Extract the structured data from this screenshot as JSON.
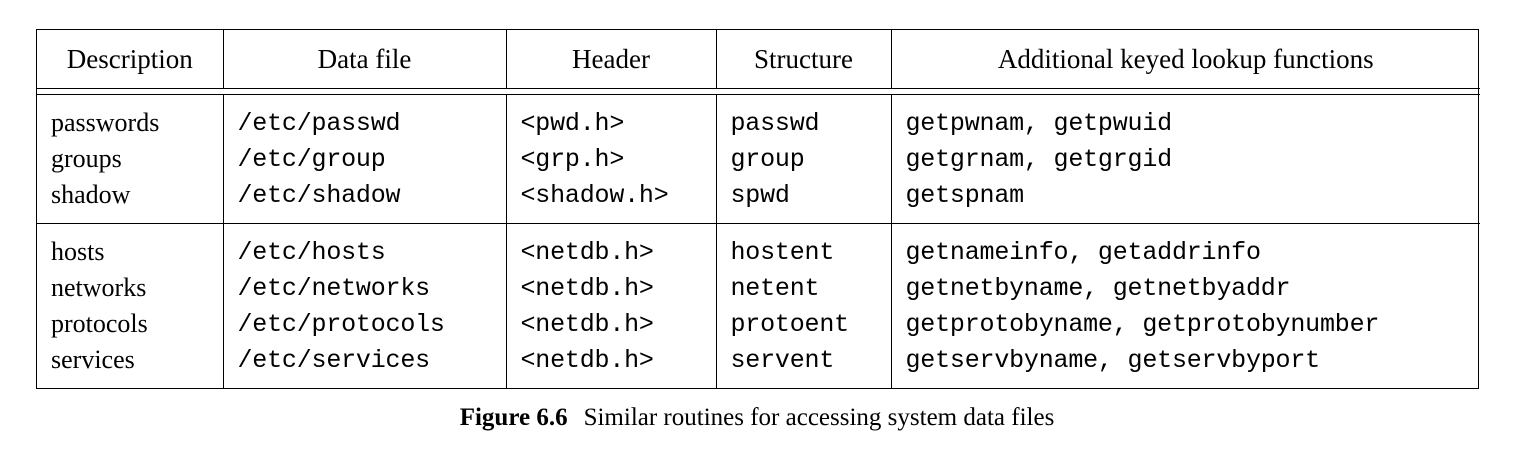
{
  "figure": {
    "caption_label": "Figure 6.6",
    "caption_text": "Similar routines for accessing system data files"
  },
  "table": {
    "headers": [
      "Description",
      "Data file",
      "Header",
      "Structure",
      "Additional keyed lookup functions"
    ],
    "groups": [
      {
        "rows": [
          {
            "description": "passwords",
            "data_file": "/etc/passwd",
            "header": "<pwd.h>",
            "structure": "passwd",
            "functions": [
              "getpwnam",
              "getpwuid"
            ],
            "functions_text": "getpwnam, getpwuid"
          },
          {
            "description": "groups",
            "data_file": "/etc/group",
            "header": "<grp.h>",
            "structure": "group",
            "functions": [
              "getgrnam",
              "getgrgid"
            ],
            "functions_text": "getgrnam, getgrgid"
          },
          {
            "description": "shadow",
            "data_file": "/etc/shadow",
            "header": "<shadow.h>",
            "structure": "spwd",
            "functions": [
              "getspnam"
            ],
            "functions_text": "getspnam"
          }
        ]
      },
      {
        "rows": [
          {
            "description": "hosts",
            "data_file": "/etc/hosts",
            "header": "<netdb.h>",
            "structure": "hostent",
            "functions": [
              "getnameinfo",
              "getaddrinfo"
            ],
            "functions_text": "getnameinfo, getaddrinfo"
          },
          {
            "description": "networks",
            "data_file": "/etc/networks",
            "header": "<netdb.h>",
            "structure": "netent",
            "functions": [
              "getnetbyname",
              "getnetbyaddr"
            ],
            "functions_text": "getnetbyname, getnetbyaddr"
          },
          {
            "description": "protocols",
            "data_file": "/etc/protocols",
            "header": "<netdb.h>",
            "structure": "protoent",
            "functions": [
              "getprotobyname",
              "getprotobynumber"
            ],
            "functions_text": "getprotobyname, getprotobynumber"
          },
          {
            "description": "services",
            "data_file": "/etc/services",
            "header": "<netdb.h>",
            "structure": "servent",
            "functions": [
              "getservbyname",
              "getservbyport"
            ],
            "functions_text": "getservbyname, getservbyport"
          }
        ]
      }
    ]
  },
  "colors": {
    "text": "#000000",
    "background": "#ffffff",
    "rule": "#000000"
  }
}
